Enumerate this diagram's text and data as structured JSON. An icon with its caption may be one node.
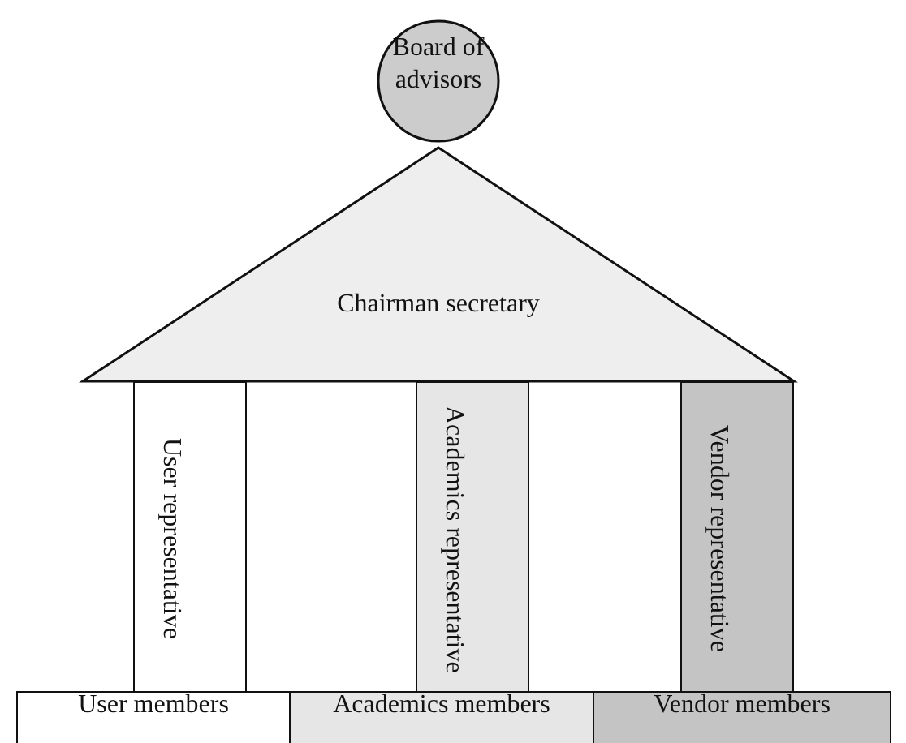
{
  "diagram": {
    "nodes": [
      {
        "text": [
          "Board of advisors"
        ]
      },
      {
        "text": [
          "Chairman secretary"
        ]
      },
      {
        "text": [
          "User representative"
        ]
      },
      {
        "text": [
          "Academics representative"
        ]
      },
      {
        "text": [
          "Vendor representative"
        ]
      },
      {
        "text": [
          "User members"
        ]
      },
      {
        "text": [
          "Academics members"
        ]
      },
      {
        "text": [
          "Vendor members"
        ]
      }
    ]
  }
}
